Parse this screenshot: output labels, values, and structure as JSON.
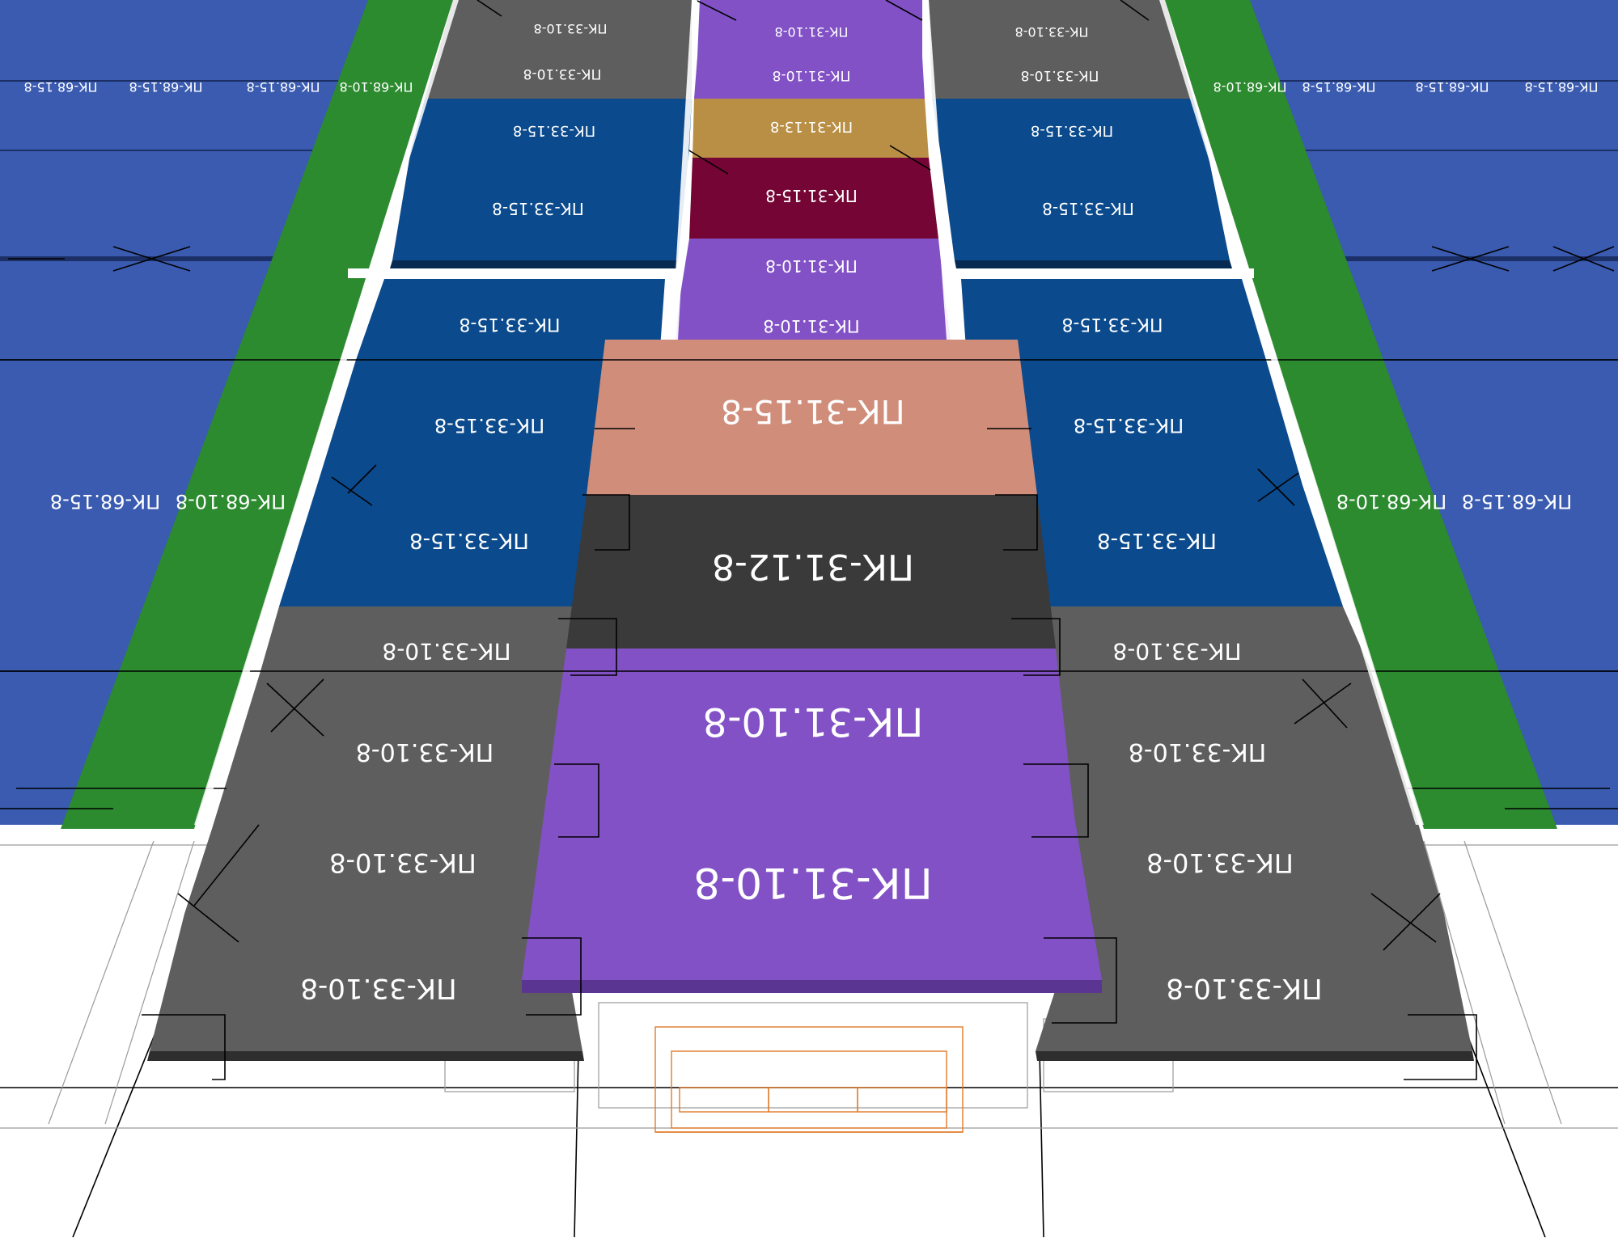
{
  "colors": {
    "background": "#ffffff",
    "blue_outer": "#3a5bb0",
    "green_strip": "#2c8a2f",
    "blue_panel": "#0b4a8c",
    "grey_panel": "#5e5e5e",
    "dark_grey_panel": "#3a3a3a",
    "purple_panel": "#8251c6",
    "gold_panel": "#b98f45",
    "maroon_panel": "#740535",
    "salmon_panel": "#cf8d7a",
    "label": "#ffffff"
  },
  "labels": {
    "pk_68_15_8": "ПК-68.15-8",
    "pk_68_10_8": "ПК-68.10-8",
    "pk_33_10_8": "ПК-33.10-8",
    "pk_33_15_8": "ПК-33.15-8",
    "pk_31_10_8": "ПК-31.10-8",
    "pk_31_13_8": "ПК-31.13-8",
    "pk_31_15_8": "ПК-31.15-8",
    "pk_31_12_8": "ПК-31.12-8"
  },
  "panels": [
    {
      "id": "back-left-grey-1",
      "color": "grey_panel",
      "label": "pk_33_10_8"
    },
    {
      "id": "back-left-grey-2",
      "color": "grey_panel",
      "label": "pk_33_10_8"
    },
    {
      "id": "back-left-blue-1",
      "color": "blue_panel",
      "label": "pk_33_15_8"
    },
    {
      "id": "back-left-blue-2",
      "color": "blue_panel",
      "label": "pk_33_15_8"
    },
    {
      "id": "back-center-purple-1",
      "color": "purple_panel",
      "label": "pk_31_10_8"
    },
    {
      "id": "back-center-purple-2",
      "color": "purple_panel",
      "label": "pk_31_10_8"
    },
    {
      "id": "back-center-gold",
      "color": "gold_panel",
      "label": "pk_31_13_8"
    },
    {
      "id": "back-center-maroon",
      "color": "maroon_panel",
      "label": "pk_31_15_8"
    },
    {
      "id": "back-center-purple-3",
      "color": "purple_panel",
      "label": "pk_31_10_8"
    },
    {
      "id": "back-center-purple-4",
      "color": "purple_panel",
      "label": "pk_31_10_8"
    },
    {
      "id": "back-right-grey-1",
      "color": "grey_panel",
      "label": "pk_33_10_8"
    },
    {
      "id": "back-right-grey-2",
      "color": "grey_panel",
      "label": "pk_33_10_8"
    },
    {
      "id": "back-right-blue-1",
      "color": "blue_panel",
      "label": "pk_33_15_8"
    },
    {
      "id": "back-right-blue-2",
      "color": "blue_panel",
      "label": "pk_33_15_8"
    },
    {
      "id": "mid-left-blue-1",
      "color": "blue_panel",
      "label": "pk_33_15_8"
    },
    {
      "id": "mid-left-blue-2",
      "color": "blue_panel",
      "label": "pk_33_15_8"
    },
    {
      "id": "mid-left-blue-3",
      "color": "blue_panel",
      "label": "pk_33_15_8"
    },
    {
      "id": "mid-right-blue-1",
      "color": "blue_panel",
      "label": "pk_33_15_8"
    },
    {
      "id": "mid-right-blue-2",
      "color": "blue_panel",
      "label": "pk_33_15_8"
    },
    {
      "id": "mid-right-blue-3",
      "color": "blue_panel",
      "label": "pk_33_15_8"
    },
    {
      "id": "front-center-salmon",
      "color": "salmon_panel",
      "label": "pk_31_15_8"
    },
    {
      "id": "front-center-dark",
      "color": "dark_grey_panel",
      "label": "pk_31_12_8"
    },
    {
      "id": "front-center-purple-1",
      "color": "purple_panel",
      "label": "pk_31_10_8"
    },
    {
      "id": "front-center-purple-2",
      "color": "purple_panel",
      "label": "pk_31_10_8"
    },
    {
      "id": "front-left-grey-1",
      "color": "grey_panel",
      "label": "pk_33_10_8"
    },
    {
      "id": "front-left-grey-2",
      "color": "grey_panel",
      "label": "pk_33_10_8"
    },
    {
      "id": "front-left-grey-3",
      "color": "grey_panel",
      "label": "pk_33_10_8"
    },
    {
      "id": "front-left-grey-4",
      "color": "grey_panel",
      "label": "pk_33_10_8"
    },
    {
      "id": "front-right-grey-1",
      "color": "grey_panel",
      "label": "pk_33_10_8"
    },
    {
      "id": "front-right-grey-2",
      "color": "grey_panel",
      "label": "pk_33_10_8"
    },
    {
      "id": "front-right-grey-3",
      "color": "grey_panel",
      "label": "pk_33_10_8"
    },
    {
      "id": "front-right-grey-4",
      "color": "grey_panel",
      "label": "pk_33_10_8"
    }
  ]
}
